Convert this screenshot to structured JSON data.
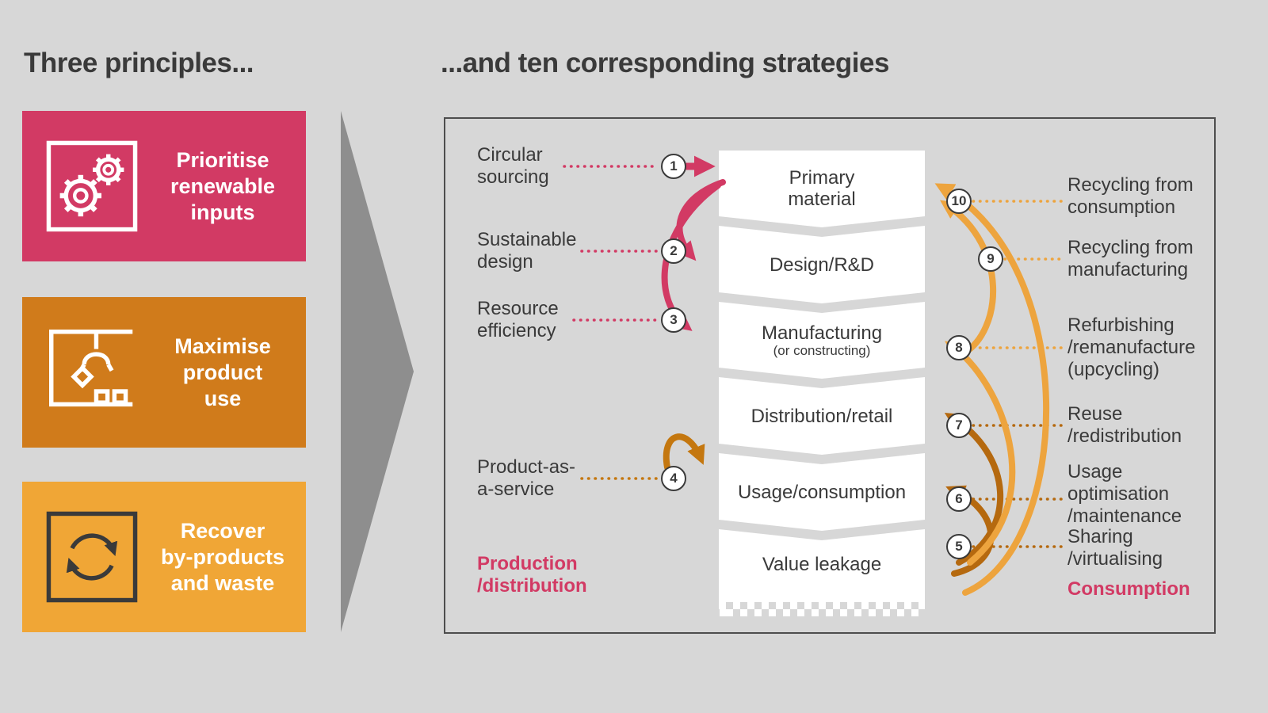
{
  "principles_section": {
    "heading": "Three principles...",
    "items": [
      {
        "label": "Prioritise\nrenewable\ninputs",
        "color": "#d23a64",
        "icon": "gears-icon"
      },
      {
        "label": "Maximise\nproduct\nuse",
        "color": "#d07b1b",
        "icon": "claw-icon"
      },
      {
        "label": "Recover\nby-products\nand waste",
        "color": "#f0a636",
        "icon": "recycle-icon"
      }
    ]
  },
  "strategies_section": {
    "heading": "...and ten corresponding strategies",
    "stages": [
      {
        "label": "Primary\nmaterial"
      },
      {
        "label": "Design/R&D"
      },
      {
        "label": "Manufacturing",
        "sublabel": "(or constructing)"
      },
      {
        "label": "Distribution/retail"
      },
      {
        "label": "Usage/consumption"
      },
      {
        "label": "Value leakage"
      }
    ],
    "left_strategies": [
      {
        "num": "1",
        "label": "Circular\nsourcing"
      },
      {
        "num": "2",
        "label": "Sustainable\ndesign"
      },
      {
        "num": "3",
        "label": "Resource\nefficiency"
      },
      {
        "num": "4",
        "label": "Product-as-\na-service"
      }
    ],
    "right_strategies": [
      {
        "num": "10",
        "label": "Recycling from\nconsumption"
      },
      {
        "num": "9",
        "label": "Recycling from\nmanufacturing"
      },
      {
        "num": "8",
        "label": "Refurbishing\n/remanufacture\n(upcycling)"
      },
      {
        "num": "7",
        "label": "Reuse\n/redistribution"
      },
      {
        "num": "6",
        "label": "Usage\noptimisation\n/maintenance"
      },
      {
        "num": "5",
        "label": "Sharing\n/virtualising"
      }
    ],
    "footer_left": "Production\n/distribution",
    "footer_right": "Consumption"
  },
  "colors": {
    "pink": "#d23a64",
    "orange": "#c4770f",
    "box_orange": "#d07b1b",
    "amber": "#f0a636",
    "amber_arrow": "#eda43e",
    "dark_orange_arrow": "#b5690f",
    "gray_arrow": "#8e8e8e",
    "panel_border": "#4d4d4d",
    "text": "#3a3a3a",
    "background": "#d7d7d7"
  }
}
